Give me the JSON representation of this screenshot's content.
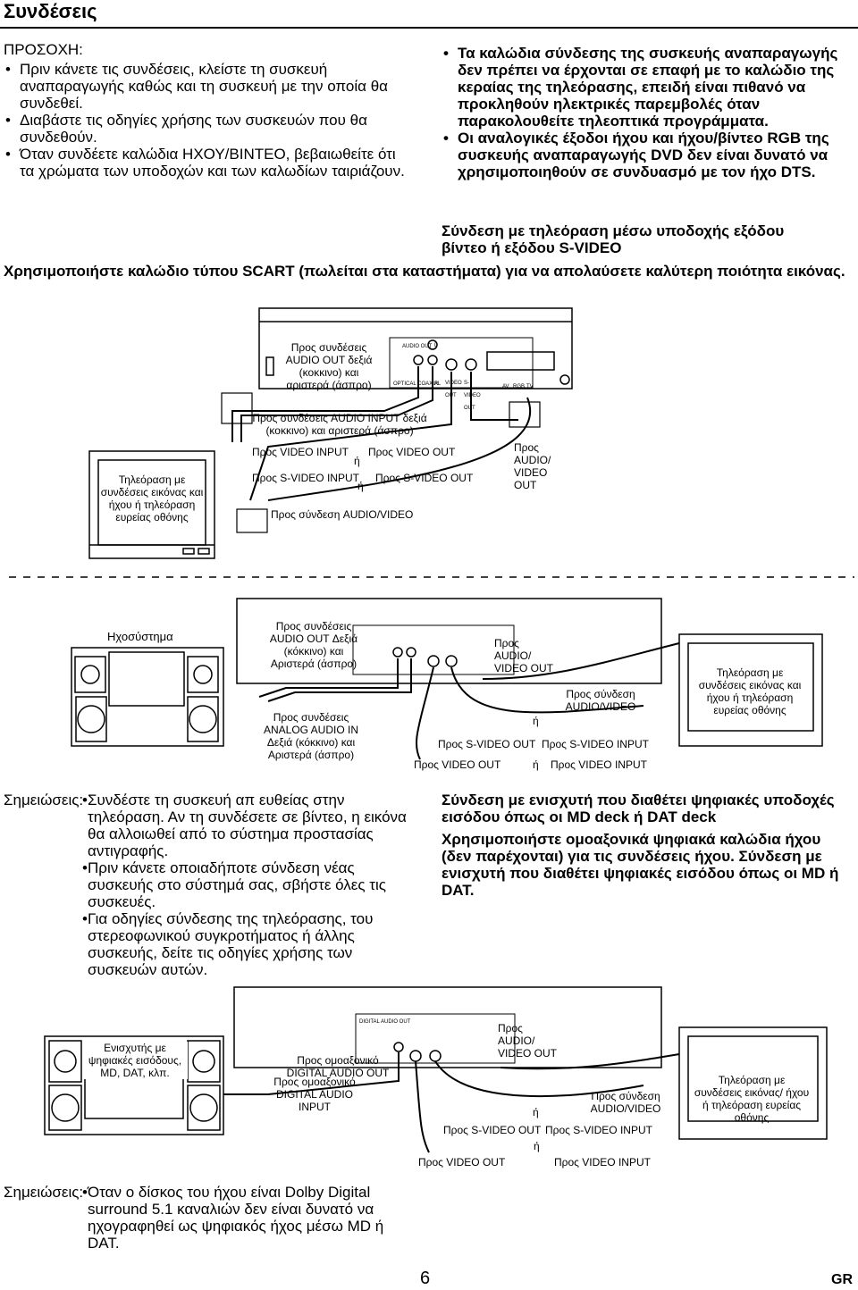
{
  "title": "Συνδέσεις",
  "caution": {
    "heading": "ΠΡΟΣΟΧΗ:",
    "left_items": [
      "Πριν κάνετε τις συνδέσεις, κλείστε τη συσκευή αναπαραγωγής καθώς και τη συσκευή με την οποία θα συνδεθεί.",
      "Διαβάστε τις οδηγίες χρήσης των συσκευών που θα συνδεθούν.",
      "Όταν συνδέετε καλώδια ΗΧΟΥ/ΒΙΝΤΕΟ, βεβαιωθείτε ότι τα χρώματα των υποδοχών και των καλωδίων ταιριάζουν."
    ],
    "right_items": [
      "Τα καλώδια σύνδεσης της συσκευής αναπαραγωγής δεν πρέπει να έρχονται σε επαφή με το καλώδιο της κεραίας της τηλεόρασης, επειδή είναι πιθανό να προκληθούν ηλεκτρικές παρεμβολές όταν παρακολουθείτε τηλεοπτικά προγράμματα.",
      "Οι αναλογικές έξοδοι ήχου και ήχου/βίντεο RGB της συσκευής αναπαραγωγής DVD δεν είναι δυνατό να χρησιμοποιηθούν σε συνδυασμό με τον ήχο DTS."
    ]
  },
  "section1": {
    "heading": "Σύνδεση με τηλεόραση μέσω υποδοχής εξόδου βίντεο ή εξόδου S-VIDEO",
    "intro": "Χρησιμοποιήστε καλώδιο τύπου SCART (πωλείται στα καταστήματα) για να απολαύσετε καλύτερη ποιότητα εικόνας.",
    "labels": {
      "audio_out": "Προς συνδέσεις AUDIO OUT δεξιά (κοκκινο) και αριστερά (άσπρο)",
      "audio_input": "Προς συνδέσεις AUDIO INPUT δεξιά (κοκκινο) και αριστερά (άσπρο)",
      "video_input": "Προς VIDEO INPUT",
      "or1": "ή",
      "video_out": "Προς VIDEO OUT",
      "svideo_input": "Προς S-VIDEO INPUT",
      "or2": "ή",
      "svideo_out": "Προς S-VIDEO OUT",
      "av_connection": "Προς σύνδεση AUDIO/VIDEO",
      "to_av_out": "Προς AUDIO/ VIDEO OUT",
      "tv": "Τηλεόραση με συνδέσεις εικόνας και ήχου ή τηλεόραση ευρείας οθόνης"
    }
  },
  "section2": {
    "labels": {
      "sound_system": "Ηχοσύστημα",
      "audio_out": "Προς συνδέσεις AUDIO OUT Δεξιά (κόκκινο) και Αριστερά (άσπρο)",
      "analog_in": "Προς συνδέσεις ANALOG AUDIO IN Δεξιά (κόκκινο) και Αριστερά (άσπρο)",
      "to_av_out": "Προς AUDIO/ VIDEO OUT",
      "av_connection": "Προς σύνδεση AUDIO/VIDEO",
      "or_a": "ή",
      "svideo_out": "Προς S-VIDEO OUT",
      "svideo_input": "Προς S-VIDEO INPUT",
      "video_out": "Προς VIDEO OUT",
      "or_b": "ή",
      "video_input": "Προς VIDEO INPUT",
      "tv": "Τηλεόραση με συνδέσεις εικόνας και ήχου ή τηλεόραση ευρείας οθόνης"
    }
  },
  "notes1": {
    "label": "Σημειώσεις:",
    "items": [
      "Συνδέστε τη συσκευή απ ευθείας στην τηλεόραση. Αν τη συνδέσετε σε βίντεο, η εικόνα θα αλλοιωθεί από το σύστημα προστασίας αντιγραφής.",
      "Πριν κάνετε οποιαδήποτε σύνδεση νέας συσκευής στο σύστημά σας, σβήστε όλες τις συσκευές.",
      "Για οδηγίες σύνδεσης της τηλεόρασης, του στερεοφωνικού συγκροτήματος ή άλλης συσκευής, δείτε τις οδηγίες χρήσης των συσκευών αυτών."
    ]
  },
  "section3": {
    "heading": "Σύνδεση με ενισχυτή που διαθέτει ψηφιακές υποδοχές εισόδου όπως οι MD deck ή DAT deck",
    "text": "Χρησιμοποιήστε ομοαξονικά ψηφιακά καλώδια ήχου (δεν παρέχονται) για τις συνδέσεις ήχου. Σύνδεση με ενισχυτή που διαθέτει ψηφιακές εισόδου όπως οι MD ή DAT.",
    "labels": {
      "amplifier": "Ενισχυτής με ψηφιακές εισόδους, MD, DAT, κλπ.",
      "coax_out": "Προς ομοαξονικό DIGITAL AUDIO OUT",
      "coax_in": "Προς ομοαξονικό DIGITAL AUDIO INPUT",
      "to_av_out": "Προς AUDIO/ VIDEO OUT",
      "or_a": "ή",
      "av_connection": "Προς σύνδεση AUDIO/VIDEO",
      "svideo_out": "Προς S-VIDEO OUT",
      "svideo_input": "Προς S-VIDEO INPUT",
      "or_b": "ή",
      "video_out": "Προς VIDEO OUT",
      "video_input": "Προς VIDEO INPUT",
      "tv": "Τηλεόραση με συνδέσεις εικόνας/ ήχου ή τηλεόραση ευρείας οθόνης"
    }
  },
  "notes2": {
    "label": "Σημειώσεις:",
    "items": [
      "Όταν ο δίσκος του ήχου είναι Dolby Digital surround 5.1 καναλιών δεν είναι δυνατό να ηχογραφηθεί ως ψηφιακός ήχος μέσω MD ή DAT."
    ]
  },
  "panel": {
    "audio_out": "AUDIO OUT",
    "optical_coaxial": "OPTICAL COAXIAL",
    "l": "L",
    "r": "R",
    "video_out": "VIDEO OUT",
    "svideo_out": "S-VIDEO OUT",
    "av": "AV",
    "rgb": "RGB",
    "tv": "TV",
    "digital_audio_out": "DIGITAL AUDIO OUT"
  },
  "footer": {
    "page_number": "6",
    "lang": "GR"
  }
}
